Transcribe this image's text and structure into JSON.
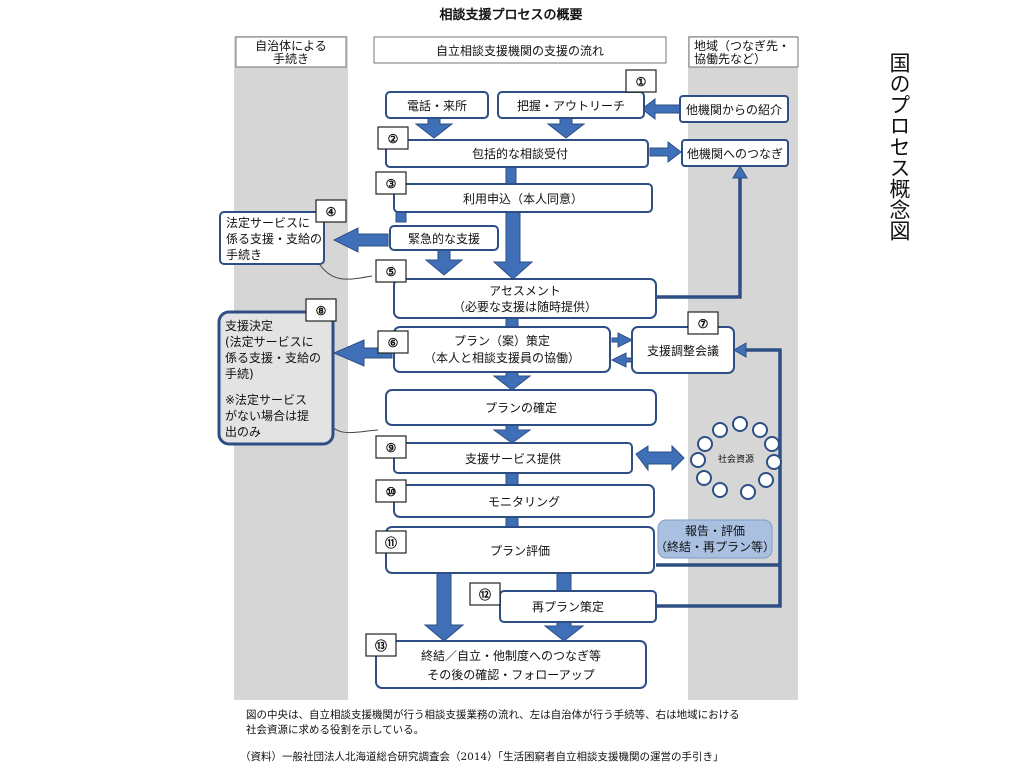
{
  "title": "相談支援プロセスの概要",
  "side_title": "国のプロセス概念図",
  "columns": {
    "left": [
      "自治体による",
      "手続き"
    ],
    "center": "自立相談支援機関の支援の流れ",
    "right": [
      "地域（つなぎ先・",
      "協働先など）"
    ]
  },
  "steps": {
    "phone": "電話・来所",
    "outreach": "把握・アウトリーチ",
    "intake": "包括的な相談受付",
    "application": "利用申込（本人同意）",
    "emergency": "緊急的な支援",
    "assessment": [
      "アセスメント",
      "（必要な支援は随時提供）"
    ],
    "plan_draft": [
      "プラン（案）策定",
      "（本人と相談支援員の協働）"
    ],
    "plan_confirm": "プランの確定",
    "service": "支援サービス提供",
    "monitoring": "モニタリング",
    "evaluation": "プラン評価",
    "replan": "再プラン策定",
    "closure": [
      "終結／自立・他制度へのつなぎ等",
      "その後の確認・フォローアップ"
    ]
  },
  "right_side": {
    "referral_in": "他機関からの紹介",
    "referral_out": "他機関へのつなぎ",
    "meeting": "支援調整会議",
    "resources": "社会資源",
    "report": [
      "報告・評価",
      "（終結・再プラン等）"
    ]
  },
  "left_side": {
    "legal_procedure": [
      "法定サービスに",
      "係る支援・支給の",
      "手続き"
    ],
    "decision": [
      "支援決定",
      "(法定サービスに",
      "係る支援・支給の",
      "手続)",
      "",
      "※法定サービス",
      "がない場合は提",
      "出のみ"
    ]
  },
  "numbers": [
    "①",
    "②",
    "③",
    "④",
    "⑤",
    "⑥",
    "⑦",
    "⑧",
    "⑨",
    "⑩",
    "⑪",
    "⑫",
    "⑬"
  ],
  "caption": [
    "図の中央は、自立相談支援機関が行う相談支援業務の流れ、左は自治体が行う手続等、右は地域における",
    "社会資源に求める役割を示している。"
  ],
  "source": "（資料）一般社団法人北海道総合研究調査会（2014）「生活困窮者自立相談支援機関の運営の手引き」",
  "colors": {
    "box_border": "#2e4f86",
    "arrow": "#3f6fb6",
    "column_bg": "#d6d6d6",
    "report_bg": "#a9c0e0"
  }
}
